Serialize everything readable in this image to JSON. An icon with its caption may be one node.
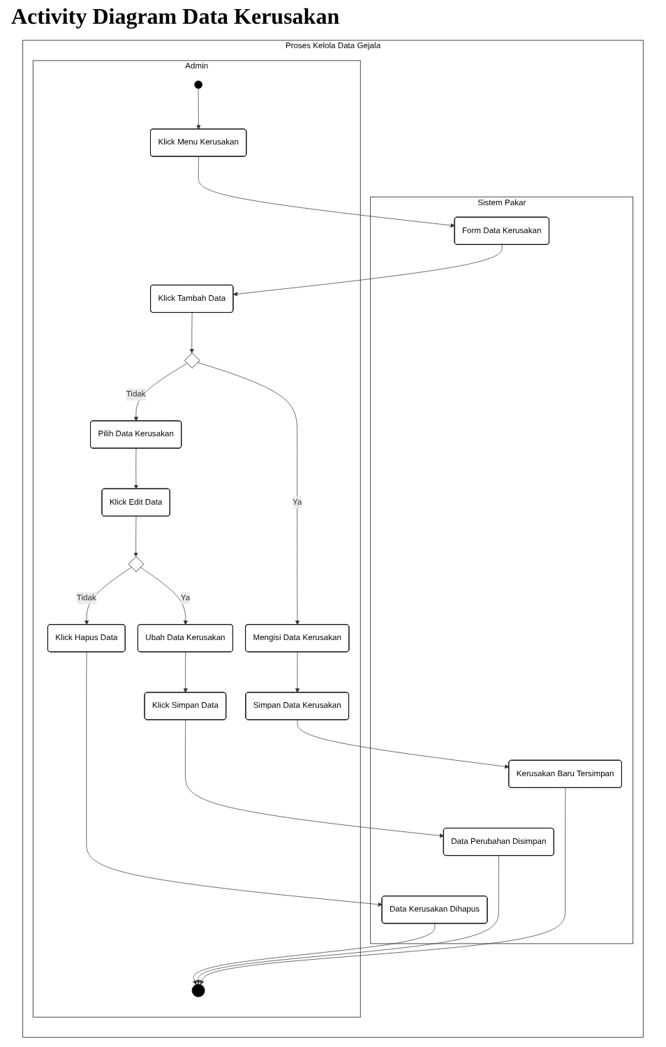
{
  "diagram": {
    "title": "Activity Diagram Data Kerusakan",
    "nodes": [
      {
        "text": [
          "Proses Kelola Data Gejala"
        ]
      },
      {
        "text": [
          "Admin"
        ],
        "in": 0
      },
      {
        "text": [
          "Sistem Pakar"
        ],
        "in": 0
      },
      {
        "text": [],
        "shape": "circle",
        "in": 1
      },
      {
        "text": [
          "Klick Menu Kerusakan"
        ],
        "in": 1
      },
      {
        "text": [
          "Form Data Kerusakan"
        ],
        "in": 2
      },
      {
        "text": [
          "Klick Tambah Data"
        ],
        "in": 1
      },
      {
        "text": [],
        "shape": "diamond",
        "in": 1
      },
      {
        "text": [
          "Mengisi Data Kerusakan"
        ],
        "in": 1
      },
      {
        "text": [
          "Simpan Data Kerusakan"
        ],
        "in": 1
      },
      {
        "text": [
          "Kerusakan Baru Tersimpan"
        ],
        "in": 2
      },
      {
        "text": [
          "Pilih Data Kerusakan"
        ],
        "in": 1
      },
      {
        "text": [
          "Klick Edit Data"
        ],
        "in": 1
      },
      {
        "text": [],
        "shape": "diamond",
        "in": 1
      },
      {
        "text": [
          "Ubah Data Kerusakan"
        ],
        "in": 1
      },
      {
        "text": [
          "Klick Simpan Data"
        ],
        "in": 1
      },
      {
        "text": [
          "Data Perubahan Disimpan"
        ],
        "in": 2
      },
      {
        "text": [
          "Klick Hapus Data"
        ],
        "in": 1
      },
      {
        "text": [
          "Data Kerusakan Dihapus"
        ],
        "in": 2
      },
      {
        "text": [],
        "shape": "circle",
        "in": 1
      }
    ],
    "edges": [
      {
        "from": 3,
        "to": 4,
        "arrow": "to"
      },
      {
        "from": 4,
        "to": 5,
        "arrow": "to"
      },
      {
        "from": 5,
        "to": 6,
        "arrow": "to"
      },
      {
        "from": 6,
        "to": 7,
        "arrow": "to"
      },
      {
        "from": 7,
        "to": 8,
        "arrow": "to",
        "label": "Ya"
      },
      {
        "from": 7,
        "to": 11,
        "arrow": "to",
        "label": "Tidak"
      },
      {
        "from": 8,
        "to": 9,
        "arrow": "to"
      },
      {
        "from": 9,
        "to": 10,
        "arrow": "to"
      },
      {
        "from": 10,
        "to": 19,
        "arrow": "to"
      },
      {
        "from": 11,
        "to": 12,
        "arrow": "to"
      },
      {
        "from": 12,
        "to": 13,
        "arrow": "to"
      },
      {
        "from": 13,
        "to": 14,
        "arrow": "to",
        "label": "Ya"
      },
      {
        "from": 13,
        "to": 17,
        "arrow": "to",
        "label": "Tidak"
      },
      {
        "from": 14,
        "to": 15,
        "arrow": "to"
      },
      {
        "from": 15,
        "to": 16,
        "arrow": "to"
      },
      {
        "from": 16,
        "to": 19,
        "arrow": "to"
      },
      {
        "from": 17,
        "to": 18,
        "arrow": "to"
      },
      {
        "from": 18,
        "to": 19,
        "arrow": "to"
      }
    ]
  }
}
